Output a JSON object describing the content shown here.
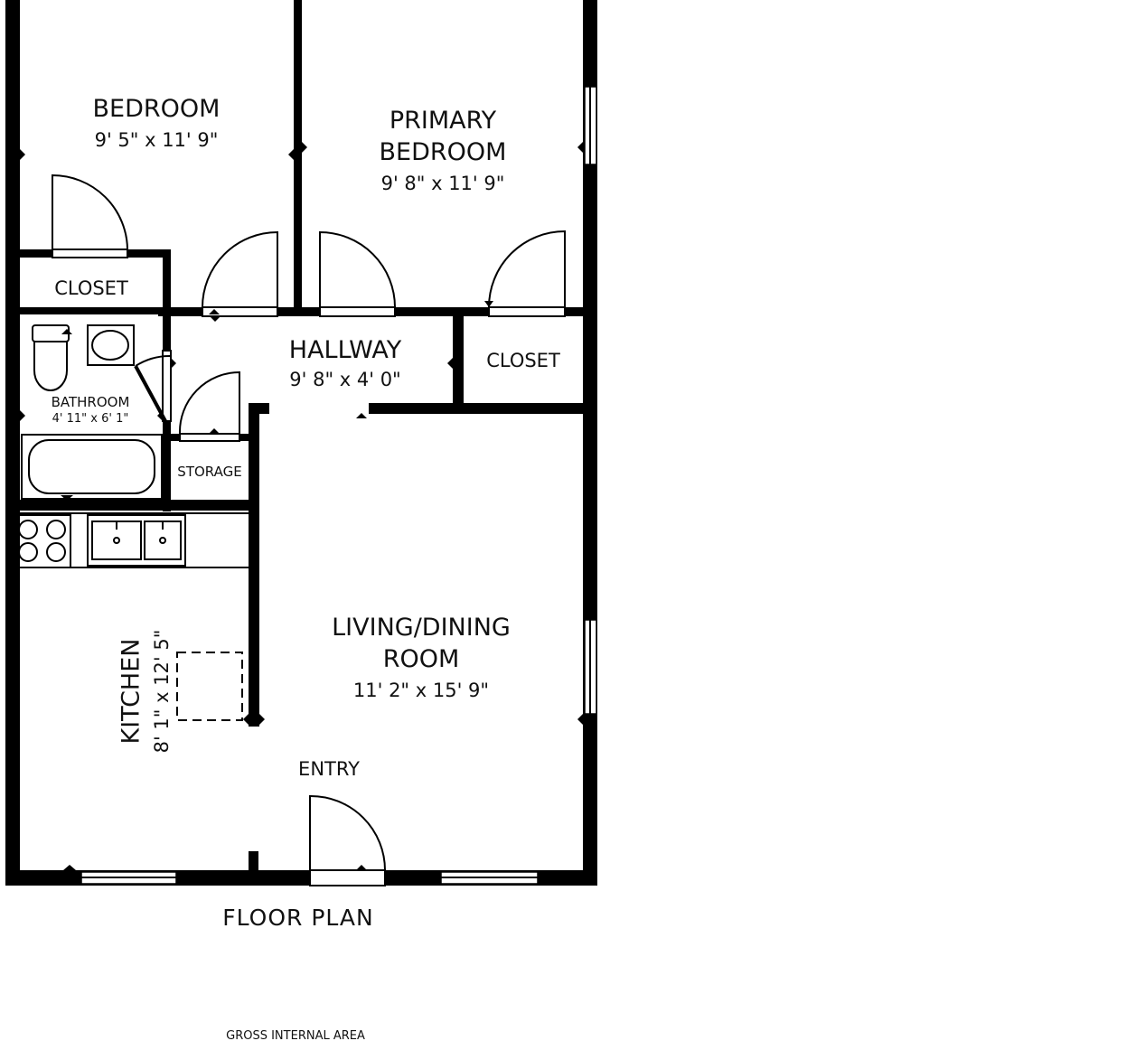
{
  "rooms": {
    "bedroom": {
      "name": "BEDROOM",
      "size": "9' 5\" x 11' 9\""
    },
    "primary_bedroom": {
      "name_line1": "PRIMARY",
      "name_line2": "BEDROOM",
      "size": "9' 8\" x 11' 9\""
    },
    "closet_left": {
      "name": "CLOSET"
    },
    "closet_right": {
      "name": "CLOSET"
    },
    "hallway": {
      "name": "HALLWAY",
      "size": "9' 8\" x 4' 0\""
    },
    "bathroom": {
      "name": "BATHROOM",
      "size": "4' 11\" x 6' 1\""
    },
    "storage": {
      "name": "STORAGE"
    },
    "kitchen": {
      "name": "KITCHEN",
      "size": "8' 1\" x 12' 5\""
    },
    "living_dining": {
      "name_line1": "LIVING/DINING",
      "name_line2": "ROOM",
      "size": "11' 2\" x 15' 9\""
    },
    "entry": {
      "name": "ENTRY"
    }
  },
  "plan_title": "FLOOR PLAN",
  "footer": {
    "area_label": "GROSS INTERNAL AREA"
  },
  "colors": {
    "wall": "#000000",
    "background": "#ffffff"
  }
}
